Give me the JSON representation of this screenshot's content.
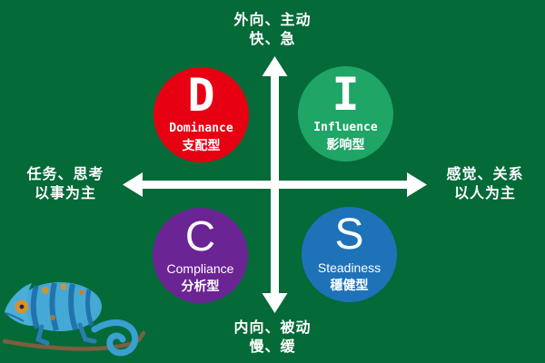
{
  "axes": {
    "top": {
      "line1": "外向、主动",
      "line2": "快、急"
    },
    "bottom": {
      "line1": "内向、被动",
      "line2": "慢、缓"
    },
    "left": {
      "line1": "任务、思考",
      "line2": "以事为主"
    },
    "right": {
      "line1": "感觉、关系",
      "line2": "以人为主"
    }
  },
  "quadrants": {
    "d": {
      "letter": "D",
      "name": "Dominance",
      "chinese": "支配型",
      "color": "#e60012"
    },
    "i": {
      "letter": "I",
      "name": "Influence",
      "chinese": "影响型",
      "color": "#1fa566"
    },
    "c": {
      "letter": "C",
      "name": "Compliance",
      "chinese": "分析型",
      "color": "#6b2493"
    },
    "s": {
      "letter": "S",
      "name": "Steadiness",
      "chinese": "穩健型",
      "color": "#1e72b8"
    }
  },
  "colors": {
    "background": "#046a38",
    "axis": "#ffffff",
    "text": "#ffffff"
  },
  "icons": {
    "chameleon": "panther-chameleon-on-branch"
  }
}
